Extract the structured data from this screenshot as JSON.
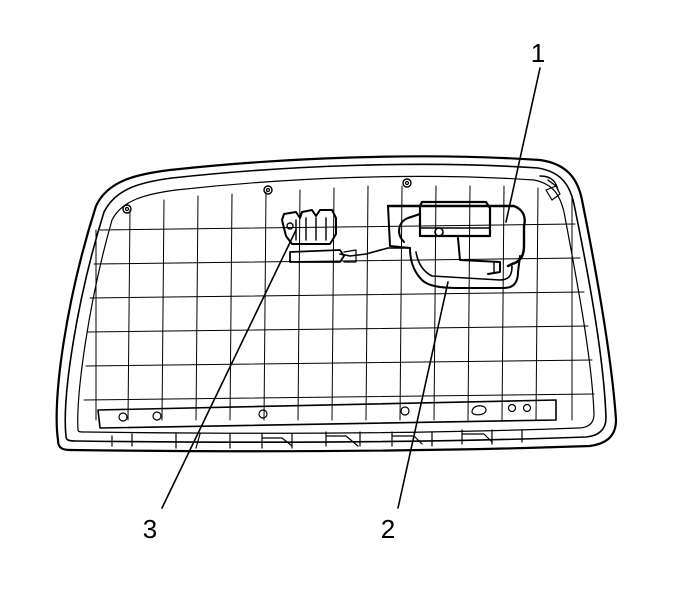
{
  "figure": {
    "callouts": [
      {
        "id": "callout-1",
        "label": "1"
      },
      {
        "id": "callout-2",
        "label": "2"
      },
      {
        "id": "callout-3",
        "label": "3"
      }
    ],
    "colors": {
      "line": "#000000",
      "background": "#ffffff"
    }
  }
}
